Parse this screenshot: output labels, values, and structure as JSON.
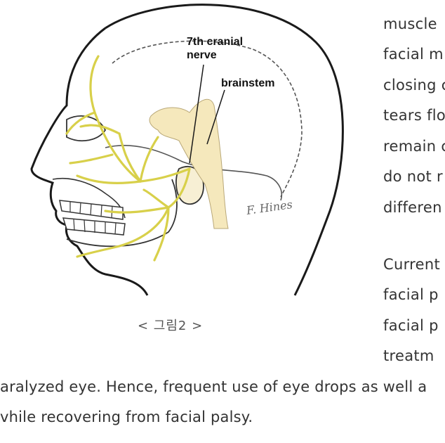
{
  "figure": {
    "label_nerve_line1": "7th cranial",
    "label_nerve_line2": "nerve",
    "label_brainstem": "brainstem",
    "signature": "F. Hines",
    "caption": "< 그림2 >",
    "nerve_color": "#d8d04a"
  },
  "side_text": {
    "lines": [
      "muscle",
      "facial m",
      "closing c",
      "tears flo",
      "remain c",
      "do not r",
      "differen"
    ],
    "lines2": [
      "Current",
      "facial p",
      "facial p",
      "treatm"
    ]
  },
  "body_text": {
    "line1": "aralyzed eye. Hence, frequent use of eye drops as well a",
    "line2": "vhile recovering from facial palsy."
  }
}
